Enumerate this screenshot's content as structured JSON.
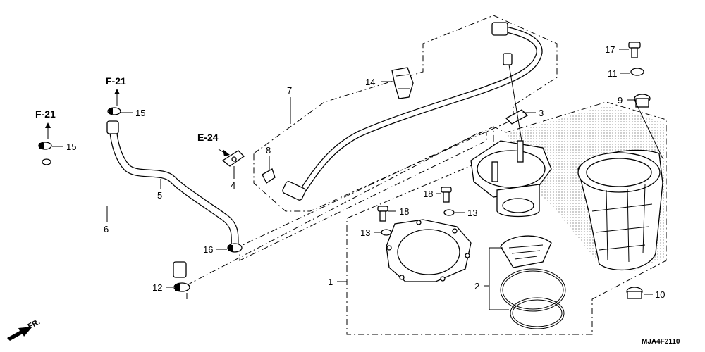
{
  "diagram": {
    "callouts": [
      {
        "id": "c1",
        "text": "1"
      },
      {
        "id": "c2",
        "text": "2"
      },
      {
        "id": "c3",
        "text": "3"
      },
      {
        "id": "c4",
        "text": "4"
      },
      {
        "id": "c5",
        "text": "5"
      },
      {
        "id": "c6",
        "text": "6"
      },
      {
        "id": "c7",
        "text": "7"
      },
      {
        "id": "c8",
        "text": "8"
      },
      {
        "id": "c9",
        "text": "9"
      },
      {
        "id": "c10",
        "text": "10"
      },
      {
        "id": "c11",
        "text": "11"
      },
      {
        "id": "c12",
        "text": "12"
      },
      {
        "id": "c13a",
        "text": "13"
      },
      {
        "id": "c13b",
        "text": "13"
      },
      {
        "id": "c14",
        "text": "14"
      },
      {
        "id": "c15a",
        "text": "15"
      },
      {
        "id": "c15b",
        "text": "15"
      },
      {
        "id": "c16",
        "text": "16"
      },
      {
        "id": "c17",
        "text": "17"
      },
      {
        "id": "c18a",
        "text": "18"
      },
      {
        "id": "c18b",
        "text": "18"
      }
    ],
    "references": {
      "f21_upper": "F-21",
      "f21_lower": "F-21",
      "e24": "E-24"
    },
    "front_marker": "FR.",
    "drawing_code": "MJA4F2110"
  }
}
